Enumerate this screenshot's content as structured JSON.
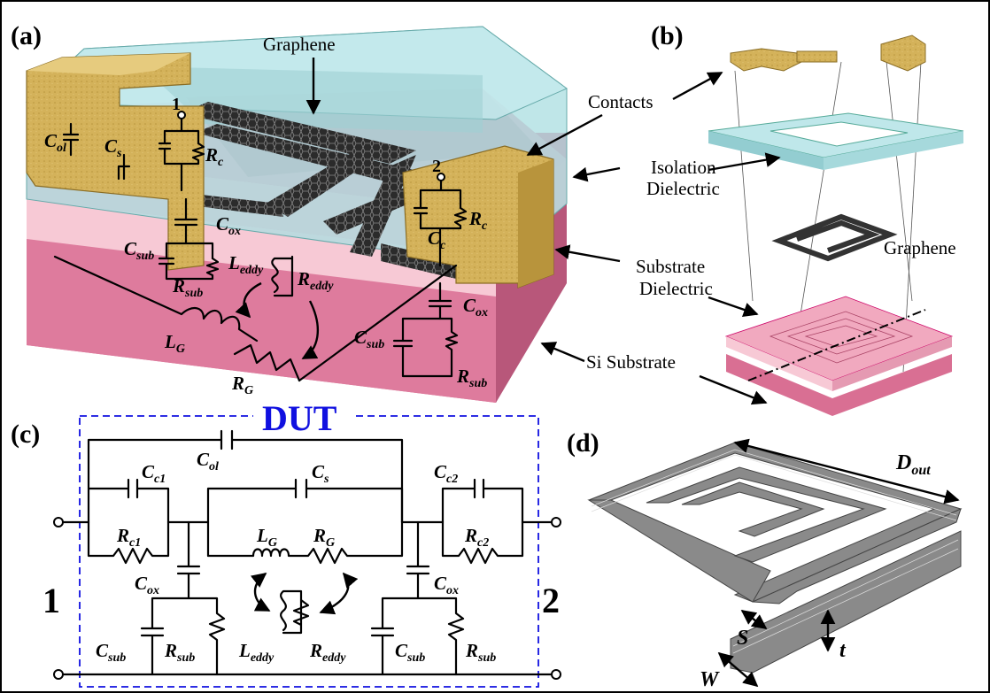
{
  "panels": {
    "a": "(a)",
    "b": "(b)",
    "c": "(c)",
    "d": "(d)"
  },
  "panel_a": {
    "graphene": "Graphene",
    "contacts": "Contacts",
    "port1": "1",
    "port2": "2",
    "C_ol": {
      "base": "C",
      "sub": "ol"
    },
    "C_s": {
      "base": "C",
      "sub": "s"
    },
    "R_c_left": {
      "base": "R",
      "sub": "c"
    },
    "R_c_right": {
      "base": "R",
      "sub": "c"
    },
    "C_c": {
      "base": "C",
      "sub": "c"
    },
    "C_ox_left": {
      "base": "C",
      "sub": "ox"
    },
    "C_ox_right": {
      "base": "C",
      "sub": "ox"
    },
    "C_sub_left": {
      "base": "C",
      "sub": "sub"
    },
    "R_sub_left": {
      "base": "R",
      "sub": "sub"
    },
    "C_sub_right": {
      "base": "C",
      "sub": "sub"
    },
    "R_sub_right": {
      "base": "R",
      "sub": "sub"
    },
    "L_eddy": {
      "base": "L",
      "sub": "eddy"
    },
    "R_eddy": {
      "base": "R",
      "sub": "eddy"
    },
    "L_G": {
      "base": "L",
      "sub": "G"
    },
    "R_G": {
      "base": "R",
      "sub": "G"
    }
  },
  "panel_b": {
    "contacts": "Contacts",
    "isolation_1": "Isolation",
    "isolation_2": "Dielectric",
    "graphene": "Graphene",
    "substrate_1": "Substrate",
    "substrate_2": "Dielectric",
    "si_substrate": "Si Substrate"
  },
  "panel_c": {
    "dut": "DUT",
    "port1": "1",
    "port2": "2",
    "C_ol": {
      "base": "C",
      "sub": "ol"
    },
    "C_c1": {
      "base": "C",
      "sub": "c1"
    },
    "R_c1": {
      "base": "R",
      "sub": "c1"
    },
    "C_s": {
      "base": "C",
      "sub": "s"
    },
    "L_G": {
      "base": "L",
      "sub": "G"
    },
    "R_G": {
      "base": "R",
      "sub": "G"
    },
    "C_c2": {
      "base": "C",
      "sub": "c2"
    },
    "R_c2": {
      "base": "R",
      "sub": "c2"
    },
    "C_ox_left": {
      "base": "C",
      "sub": "ox"
    },
    "C_ox_right": {
      "base": "C",
      "sub": "ox"
    },
    "C_sub_left": {
      "base": "C",
      "sub": "sub"
    },
    "R_sub_left": {
      "base": "R",
      "sub": "sub"
    },
    "L_eddy": {
      "base": "L",
      "sub": "eddy"
    },
    "R_eddy": {
      "base": "R",
      "sub": "eddy"
    },
    "C_sub_right": {
      "base": "C",
      "sub": "sub"
    },
    "R_sub_right": {
      "base": "R",
      "sub": "sub"
    }
  },
  "panel_d": {
    "D_out": {
      "base": "D",
      "sub": "out"
    },
    "S": "S",
    "t": "t",
    "W": "W"
  },
  "colors": {
    "gold": "#c9a84c",
    "glass": "#a9dde0",
    "pink_light": "#f4b9c8",
    "pink_dark": "#d96f93",
    "graphene": "#2a2a2a",
    "dut_blue": "#1010e0"
  }
}
